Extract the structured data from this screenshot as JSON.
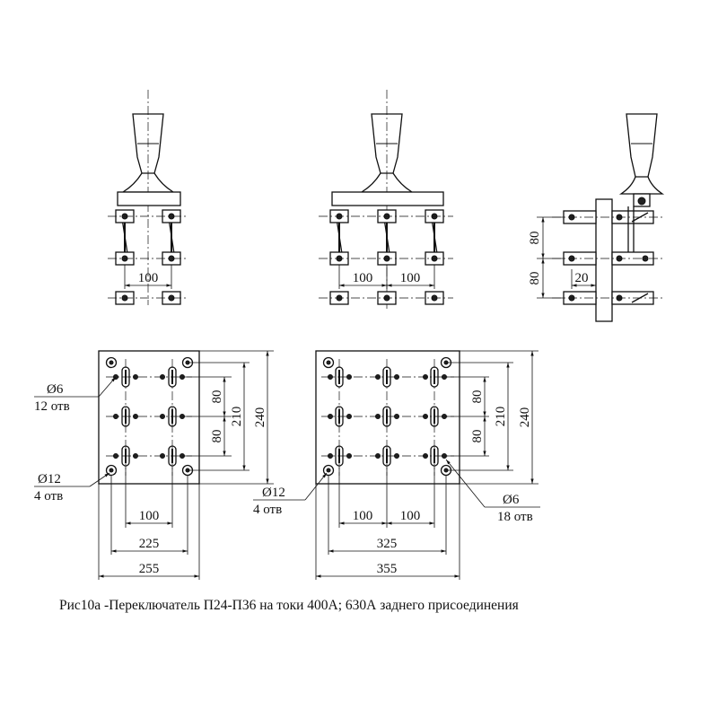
{
  "caption": "Рис10а -Переключатель П24-П36 на токи 400А; 630А заднего присоединения",
  "front_left": {
    "dim_pitch": "100"
  },
  "front_center": {
    "dim_pitch_1": "100",
    "dim_pitch_2": "100"
  },
  "side_view": {
    "dim_v1": "80",
    "dim_v2": "80",
    "dim_h": "20"
  },
  "plate_left": {
    "hole_small_dia": "Ø6",
    "hole_small_count": "12 отв",
    "hole_big_dia": "Ø12",
    "hole_big_count": "4 отв",
    "dim_v80a": "80",
    "dim_v80b": "80",
    "dim_v210": "210",
    "dim_v240": "240",
    "dim_h100": "100",
    "dim_h225": "225",
    "dim_h255": "255"
  },
  "plate_right": {
    "hole_big_dia": "Ø12",
    "hole_big_count": "4 отв",
    "hole_small_dia": "Ø6",
    "hole_small_count": "18 отв",
    "dim_v80a": "80",
    "dim_v80b": "80",
    "dim_v210": "210",
    "dim_v240": "240",
    "dim_h100a": "100",
    "dim_h100b": "100",
    "dim_h325": "325",
    "dim_h355": "355"
  }
}
